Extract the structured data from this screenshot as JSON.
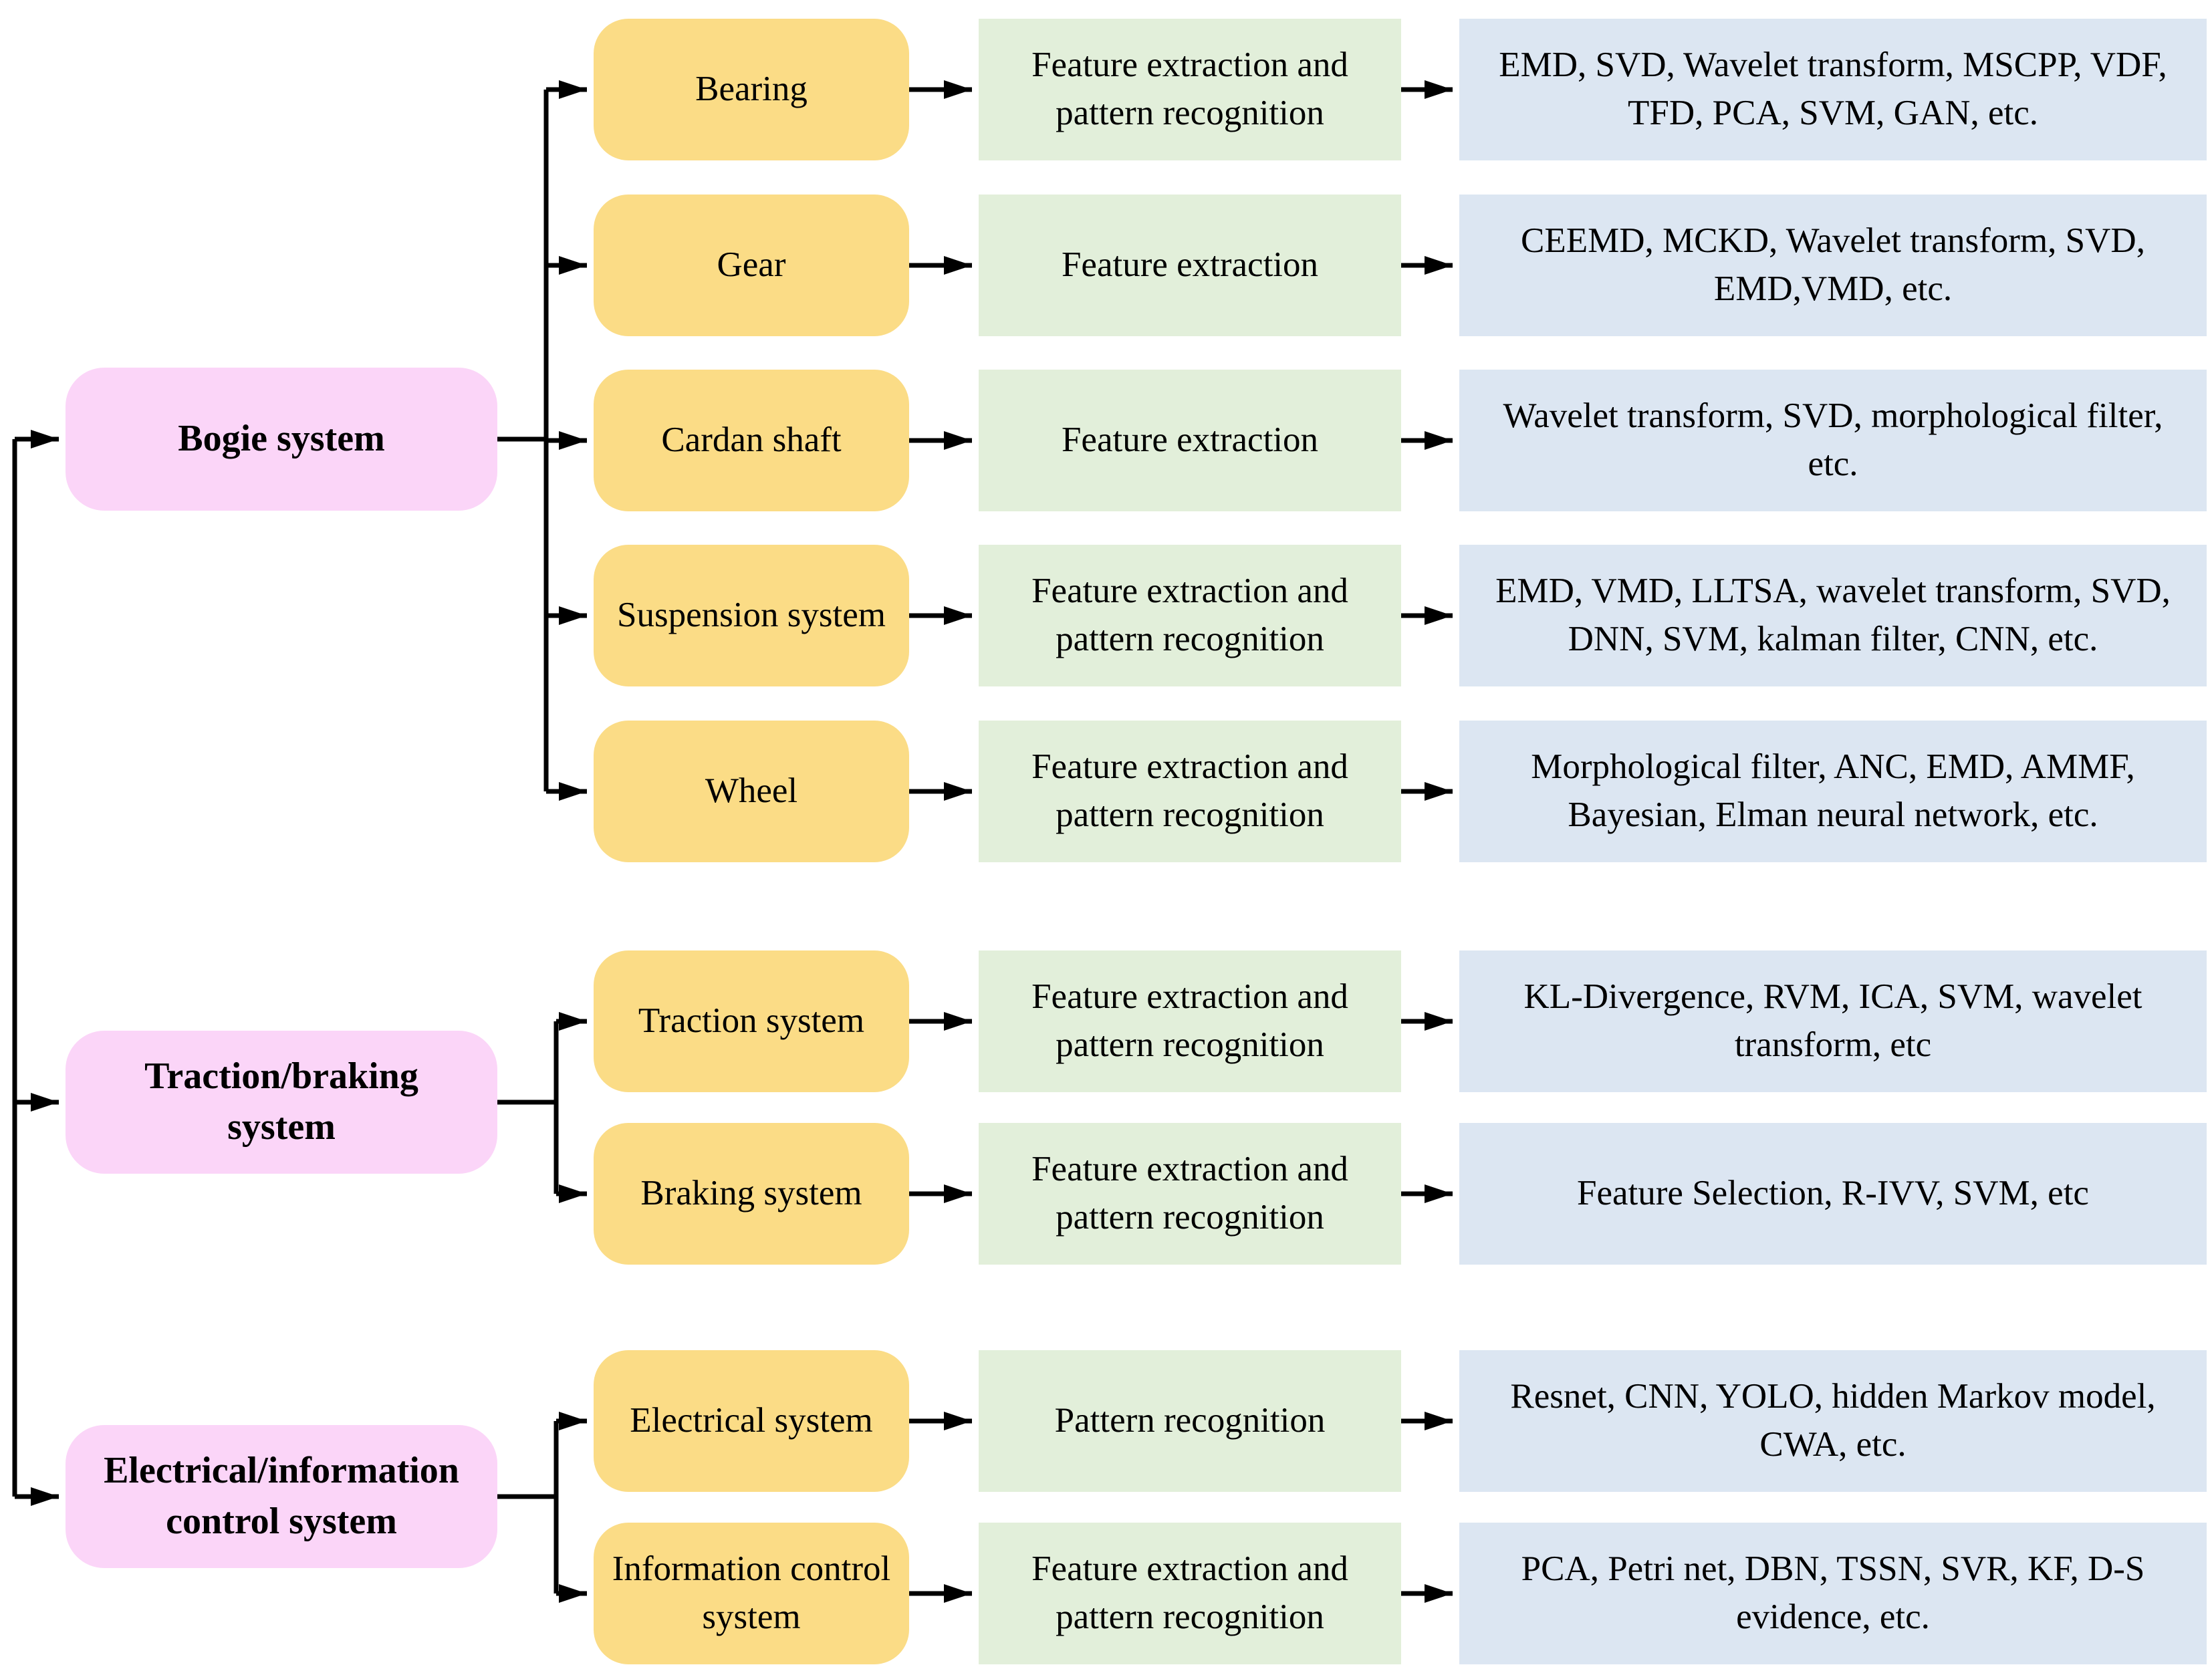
{
  "diagram": {
    "groups": [
      {
        "label": "Bogie system"
      },
      {
        "label": "Traction/braking system"
      },
      {
        "label": "Electrical/information control system"
      }
    ],
    "rows": [
      {
        "system": "Bearing",
        "process": "Feature extraction and pattern recognition",
        "methods": "EMD, SVD, Wavelet transform, MSCPP, VDF, TFD, PCA, SVM, GAN, etc."
      },
      {
        "system": "Gear",
        "process": "Feature extraction",
        "methods": "CEEMD, MCKD, Wavelet transform, SVD, EMD,VMD, etc."
      },
      {
        "system": "Cardan shaft",
        "process": "Feature extraction",
        "methods": "Wavelet transform, SVD, morphological filter, etc."
      },
      {
        "system": "Suspension system",
        "process": "Feature extraction and pattern recognition",
        "methods": "EMD, VMD, LLTSA, wavelet transform, SVD, DNN, SVM, kalman filter, CNN, etc."
      },
      {
        "system": "Wheel",
        "process": "Feature extraction and pattern recognition",
        "methods": "Morphological filter, ANC, EMD, AMMF, Bayesian, Elman neural network, etc."
      },
      {
        "system": "Traction system",
        "process": "Feature extraction and pattern recognition",
        "methods": "KL-Divergence, RVM, ICA, SVM, wavelet transform, etc"
      },
      {
        "system": "Braking system",
        "process": "Feature extraction and pattern recognition",
        "methods": "Feature Selection, R-IVV, SVM, etc"
      },
      {
        "system": "Electrical system",
        "process": "Pattern recognition",
        "methods": "Resnet, CNN, YOLO, hidden Markov model, CWA, etc."
      },
      {
        "system": "Information control system",
        "process": "Feature extraction and pattern recognition",
        "methods": "PCA, Petri net, DBN, TSSN, SVR, KF, D-S evidence, etc."
      }
    ],
    "colors": {
      "group_box": "#fbd5f8",
      "system_box": "#fbdc86",
      "process_box": "#e2efda",
      "methods_box": "#dce6f2",
      "connector": "#000000"
    }
  }
}
